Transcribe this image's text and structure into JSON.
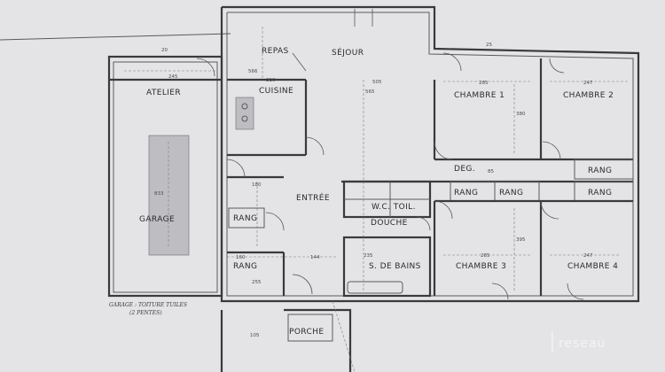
{
  "rooms": {
    "atelier": "ATELIER",
    "garage": "GARAGE",
    "repas": "REPAS",
    "sejour": "SÉJOUR",
    "cuisine": "CUISINE",
    "chambre1": "CHAMBRE 1",
    "chambre2": "CHAMBRE 2",
    "chambre3": "CHAMBRE 3",
    "chambre4": "CHAMBRE 4",
    "deg": "DEG.",
    "entree": "ENTRÉE",
    "rang": "RANG",
    "wc": "W.C. TOIL.",
    "douche": "DOUCHE",
    "bains": "S. DE BAINS",
    "porche": "PORCHE"
  },
  "notes": {
    "garage_roof_1": "GARAGE : TOITURE TUILES",
    "garage_roof_2": "(2 PENTES)"
  },
  "dimensions": {
    "d245": "245",
    "d20": "20",
    "d566": "566",
    "d210": "210",
    "d565": "565",
    "d505": "505",
    "d285": "285",
    "d247": "247",
    "d25": "25",
    "d380": "380",
    "d833": "833",
    "d180": "180",
    "d160": "160",
    "d144": "144",
    "d235": "235",
    "d395": "395",
    "d285b": "285",
    "d247b": "247",
    "d255": "255",
    "d105": "105",
    "d85": "85"
  },
  "brand": "reseau"
}
